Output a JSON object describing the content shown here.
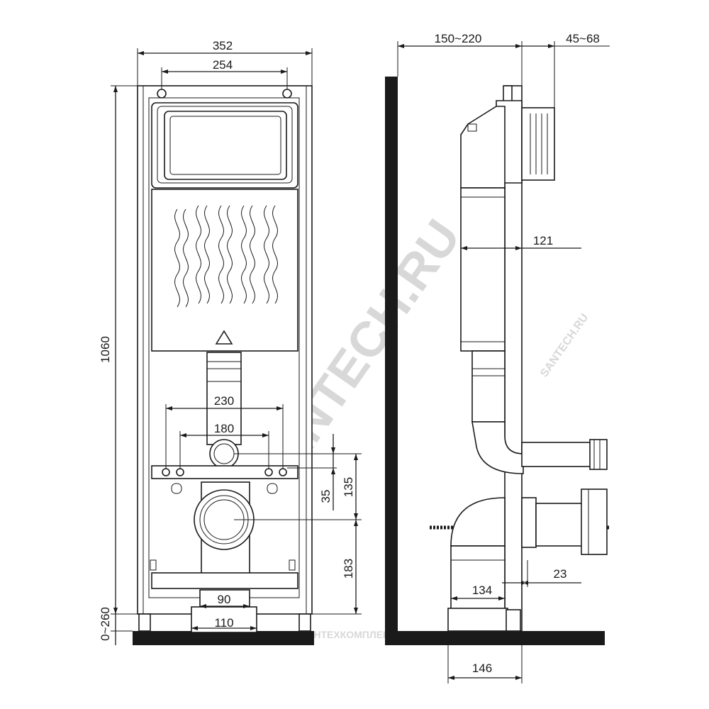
{
  "front_view": {
    "dimensions": {
      "overall_width": "352",
      "mount_hole_spacing": "254",
      "overall_height": "1060",
      "leg_adjustment": "0~260",
      "anchor_spacing_outer": "230",
      "anchor_spacing_inner": "180",
      "flush_pipe_to_anchor": "35",
      "anchor_to_drain": "135",
      "drain_height": "183",
      "drain_support_inner": "90",
      "drain_support_outer": "110"
    }
  },
  "side_view": {
    "dimensions": {
      "wall_to_frame": "150~220",
      "flush_plate_depth": "45~68",
      "cistern_depth": "121",
      "drain_offset": "23",
      "drain_pipe_offset": "134",
      "base_depth": "146"
    }
  },
  "watermarks": {
    "main": "SANTECH.RU",
    "small": "SANTECH.RU",
    "bottom": "САНТЕХКОМПЛЕКТ"
  }
}
